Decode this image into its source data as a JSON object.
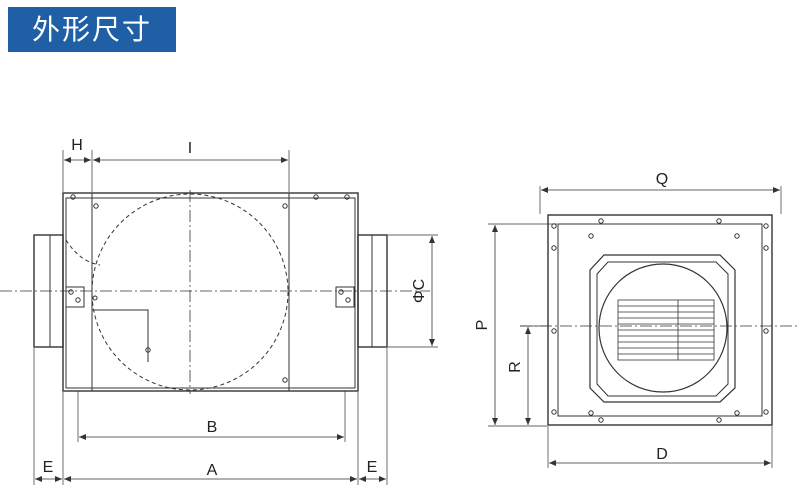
{
  "title": "外形尺寸",
  "labels": {
    "H": "H",
    "I": "I",
    "C": "ΦC",
    "B": "B",
    "A": "A",
    "E_left": "E",
    "E_right": "E",
    "Q": "Q",
    "P": "P",
    "R": "R",
    "D": "D"
  },
  "colors": {
    "title_bg": "#1f5fa6",
    "line": "#333333"
  }
}
